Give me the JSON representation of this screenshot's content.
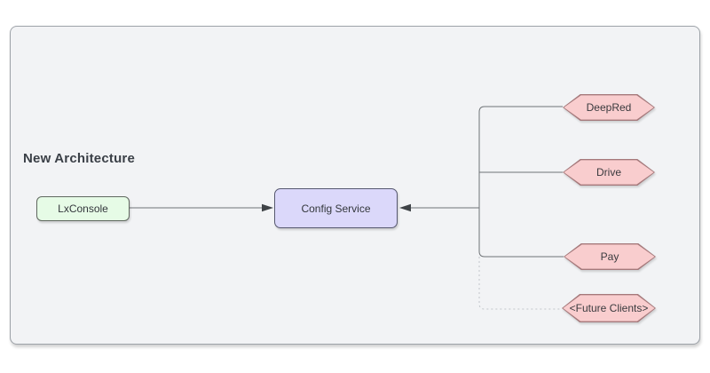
{
  "diagram": {
    "title": "New Architecture",
    "nodes": {
      "lxconsole": {
        "label": "LxConsole",
        "shape": "rounded-rect",
        "fill": "#e6fbe6"
      },
      "config_service": {
        "label": "Config Service",
        "shape": "rounded-rect",
        "fill": "#dbd8fa"
      },
      "deepred": {
        "label": "DeepRed",
        "shape": "hexagon",
        "fill": "#f9cdce"
      },
      "drive": {
        "label": "Drive",
        "shape": "hexagon",
        "fill": "#f9cdce"
      },
      "pay": {
        "label": "Pay",
        "shape": "hexagon",
        "fill": "#f9cdce"
      },
      "future_clients": {
        "label": "<Future Clients>",
        "shape": "hexagon",
        "fill": "#f9cdce"
      }
    },
    "edges": [
      {
        "from": "LxConsole",
        "to": "Config Service",
        "style": "solid",
        "arrow": true
      },
      {
        "from": "DeepRed",
        "to": "Config Service",
        "style": "solid",
        "arrow": true
      },
      {
        "from": "Drive",
        "to": "Config Service",
        "style": "solid",
        "arrow": true
      },
      {
        "from": "Pay",
        "to": "Config Service",
        "style": "solid",
        "arrow": true
      },
      {
        "from": "<Future Clients>",
        "to": "Config Service",
        "style": "dotted",
        "arrow": false
      }
    ],
    "colors": {
      "canvas_fill": "#f2f3f5",
      "canvas_border": "#9da2a8",
      "green_fill": "#e6fbe6",
      "green_border": "#60685f",
      "purple_fill": "#dbd8fa",
      "purple_border": "#56586f",
      "pink_fill": "#f9cdce",
      "pink_border": "#a5797b",
      "line": "#6f7377",
      "arrowhead": "#3f4347",
      "dotted_line": "#c2c6ca",
      "title_text": "#3a3f46",
      "node_text": "#33373c"
    }
  }
}
